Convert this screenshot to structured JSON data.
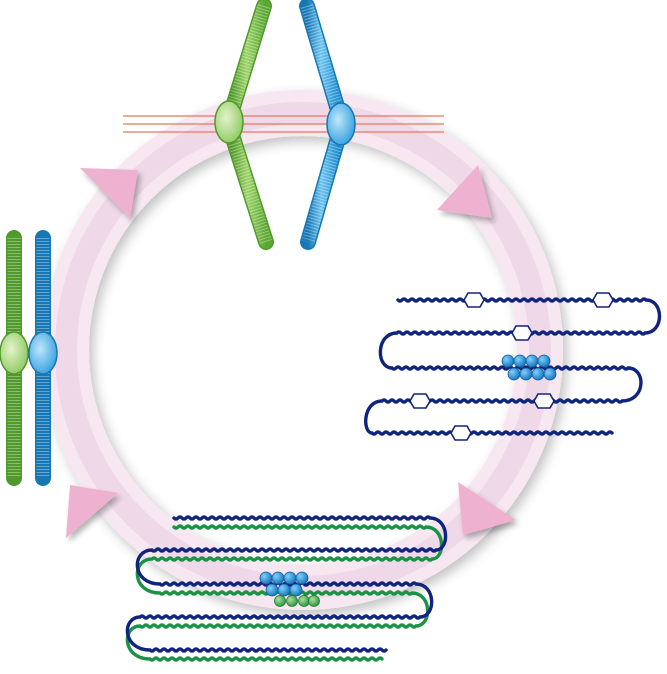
{
  "diagram": {
    "type": "cell-cycle-chromatin",
    "colors": {
      "background": "#ffffff",
      "cycle_ring": "#f5e6f0",
      "cycle_ring_inner": "#eed7e6",
      "arrowheads": "#eeb1cf",
      "chromatid_green": "#77c043",
      "chromatid_green_dark": "#4f9a2a",
      "chromatid_blue": "#27a2df",
      "chromatid_blue_dark": "#1577b4",
      "centromere_green": "#c6e2a0",
      "centromere_blue": "#6ec4f0",
      "spindle_lines": "#e8775f",
      "chromatin_navy": "#10237f",
      "chromatin_green": "#1a9246",
      "nucleosome_fill": "#1f8ed6",
      "nucleosome_green": "#4fb35a",
      "origin_box_fill": "#ffffff"
    },
    "stages": [
      "metaphase-sister-chromatids",
      "g1-single-chromatin-fiber",
      "g2-replicated-chromatin-fibers",
      "mitosis-condensed-chromosomes"
    ]
  }
}
